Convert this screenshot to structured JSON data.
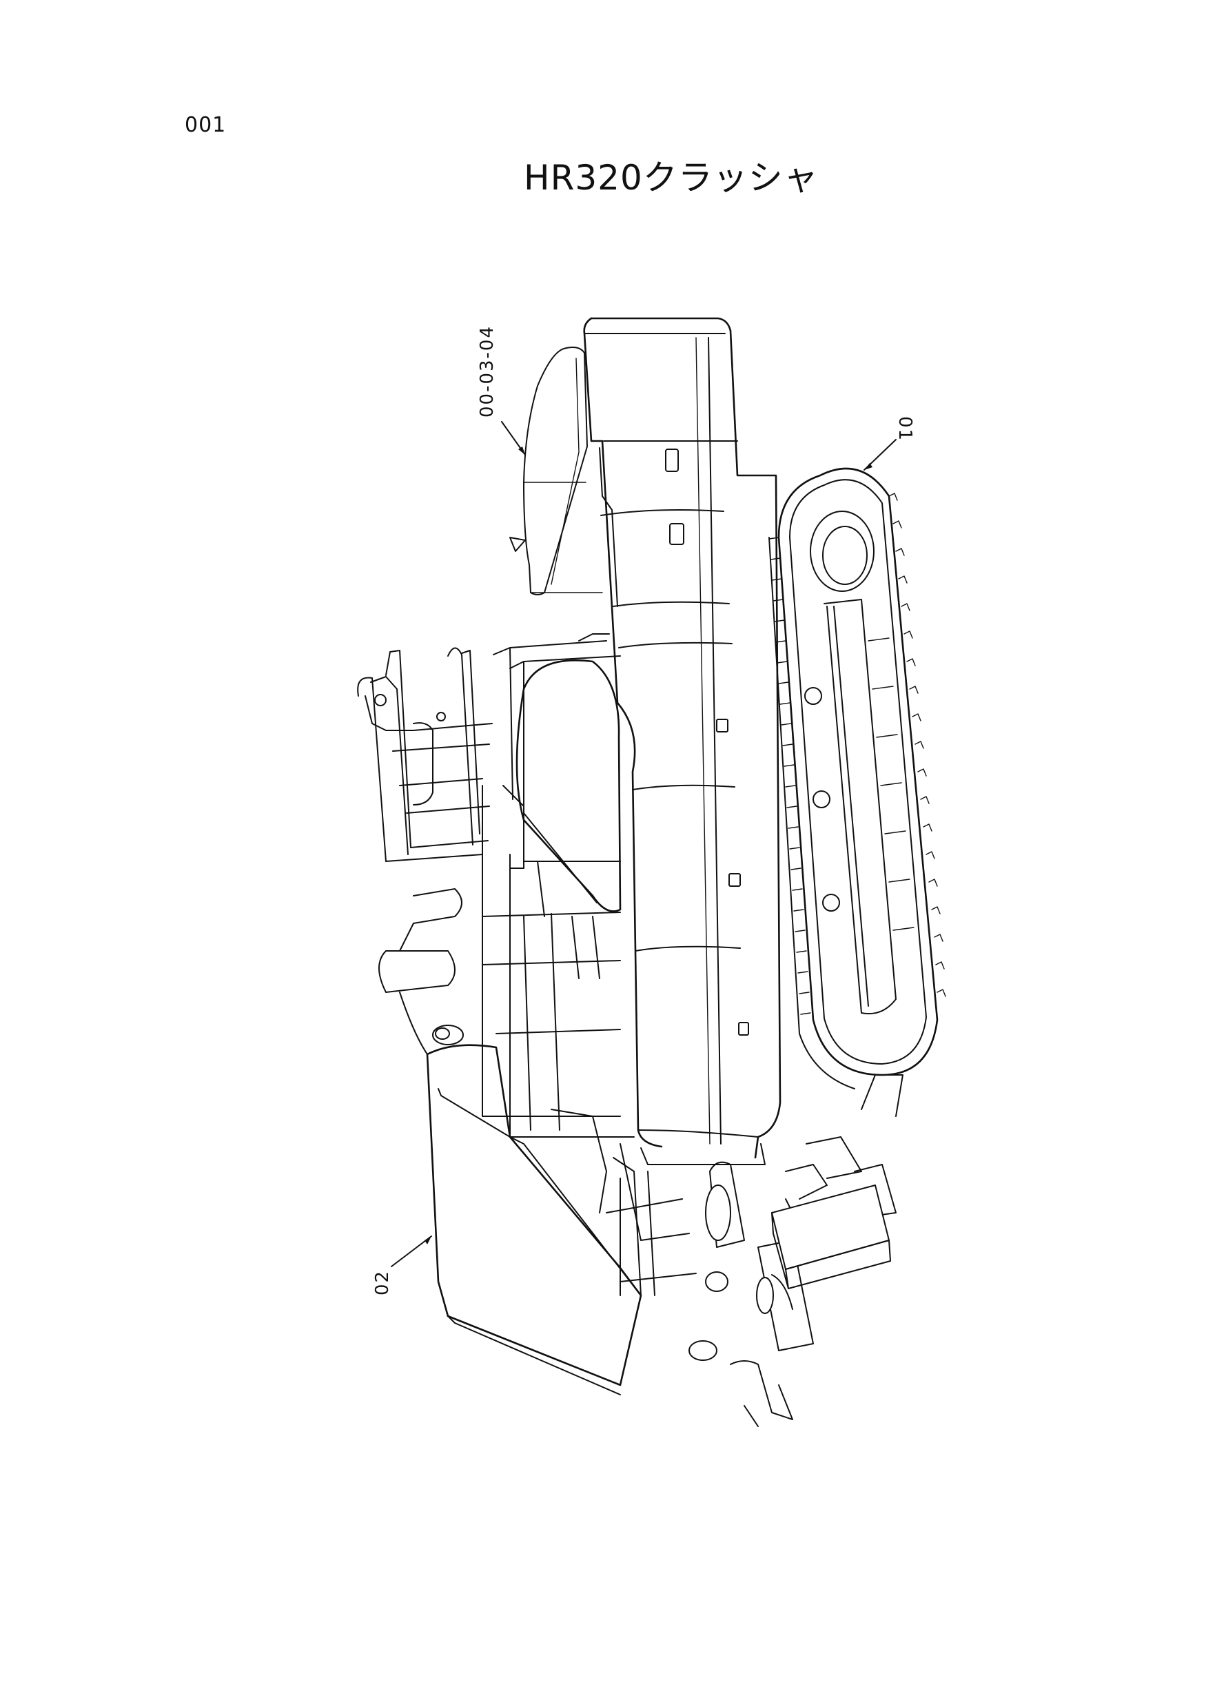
{
  "page": {
    "number": "001",
    "title": "HR320クラッシャ"
  },
  "callouts": [
    {
      "id": "00-03-04",
      "label": "00-03-04"
    },
    {
      "id": "01",
      "label": "01"
    },
    {
      "id": "02",
      "label": "02"
    }
  ],
  "colors": {
    "line": "#111111",
    "background": "#ffffff"
  }
}
